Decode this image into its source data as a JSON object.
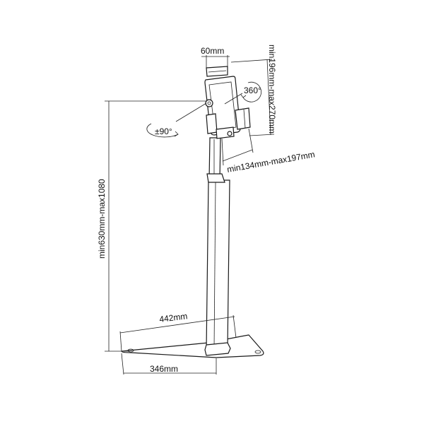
{
  "labels": {
    "holder_width": "60mm",
    "tablet_height": "min196mm-max270mm",
    "rotation_360": "360°",
    "tilt": "±90°",
    "tablet_width": "min134mm-max197mm",
    "stand_height": "min630mm-max1080",
    "base_depth": "442mm",
    "base_width": "346mm"
  }
}
